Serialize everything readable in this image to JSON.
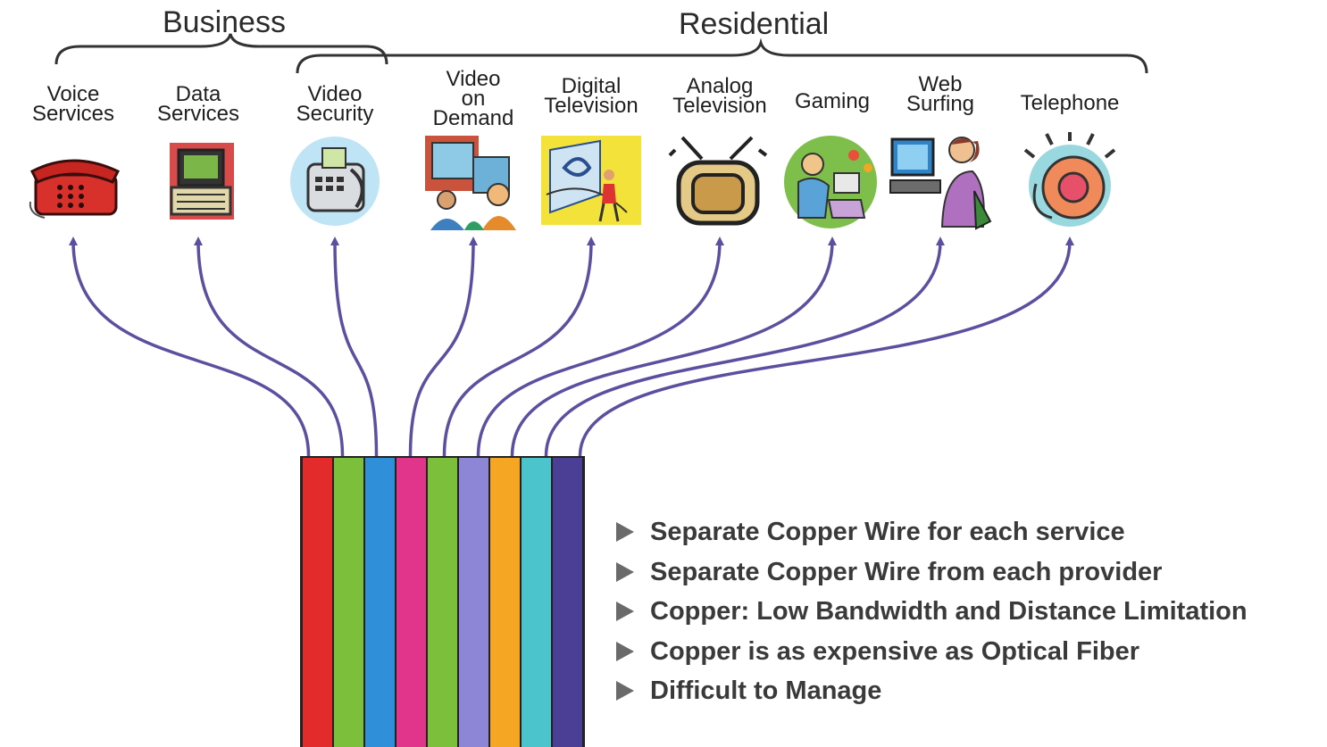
{
  "groups": {
    "business": "Business",
    "residential": "Residential"
  },
  "services": [
    {
      "id": "voice-services",
      "lines": [
        "Voice",
        "Services"
      ],
      "icon": "telephone-icon"
    },
    {
      "id": "data-services",
      "lines": [
        "Data",
        "Services"
      ],
      "icon": "computer-icon"
    },
    {
      "id": "video-security",
      "lines": [
        "Video",
        "Security"
      ],
      "icon": "security-phone-icon"
    },
    {
      "id": "video-on-demand",
      "lines": [
        "Video",
        "on",
        "Demand"
      ],
      "icon": "video-meeting-icon"
    },
    {
      "id": "digital-television",
      "lines": [
        "Digital",
        "Television"
      ],
      "icon": "digital-tv-icon"
    },
    {
      "id": "analog-television",
      "lines": [
        "Analog",
        "Television"
      ],
      "icon": "analog-tv-icon"
    },
    {
      "id": "gaming",
      "lines": [
        "Gaming"
      ],
      "icon": "gaming-icon"
    },
    {
      "id": "web-surfing",
      "lines": [
        "Web",
        "Surfing"
      ],
      "icon": "computer-user-icon"
    },
    {
      "id": "telephone",
      "lines": [
        "Telephone"
      ],
      "icon": "ringing-phone-icon"
    }
  ],
  "wire_colors": [
    "#e32b2b",
    "#7cbf3b",
    "#2f8fd8",
    "#e0358a",
    "#7cbf3b",
    "#8d86d6",
    "#f5a623",
    "#4cc4cc",
    "#4a3f95"
  ],
  "arrow_color": "#5b4fa0",
  "bullets": [
    "Separate Copper Wire for each service",
    "Separate Copper Wire from each provider",
    "Copper: Low Bandwidth and Distance Limitation",
    "Copper is as expensive as Optical Fiber",
    "Difficult to Manage"
  ]
}
